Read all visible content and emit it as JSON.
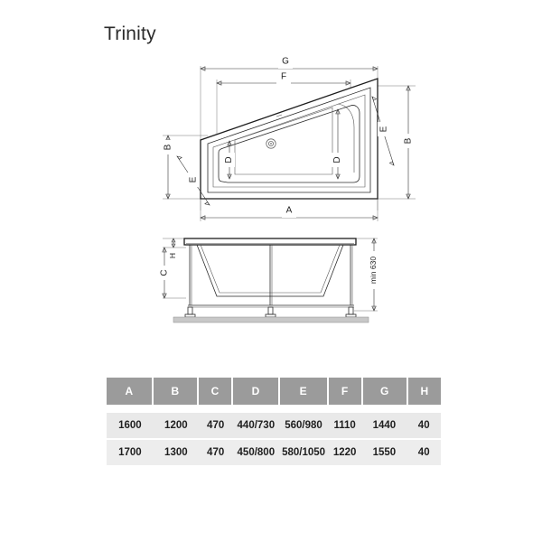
{
  "title": "Trinity",
  "drawings": {
    "top_view": {
      "name": "bathtub-top-view",
      "labels": {
        "g": "G",
        "f": "F",
        "a": "A",
        "b_left": "B",
        "b_right": "B",
        "e_left": "E",
        "e_right": "E",
        "d_left": "D",
        "d_right": "D"
      },
      "drain_icon": "drain-icon"
    },
    "side_view": {
      "name": "bathtub-side-view",
      "labels": {
        "h": "H",
        "c": "C",
        "min_height": "min 630"
      }
    }
  },
  "table": {
    "headers": [
      "A",
      "B",
      "C",
      "D",
      "E",
      "F",
      "G",
      "H"
    ],
    "rows": [
      [
        "1600",
        "1200",
        "470",
        "440/730",
        "560/980",
        "1110",
        "1440",
        "40"
      ],
      [
        "1700",
        "1300",
        "470",
        "450/800",
        "580/1050",
        "1220",
        "1550",
        "40"
      ]
    ]
  },
  "colors": {
    "header_bg": "#9b9b9b",
    "row_bg": "#e9e9e9",
    "row_alt_bg": "#ededed",
    "line": "#2c2c2c",
    "floor": "#c8c8c8"
  }
}
